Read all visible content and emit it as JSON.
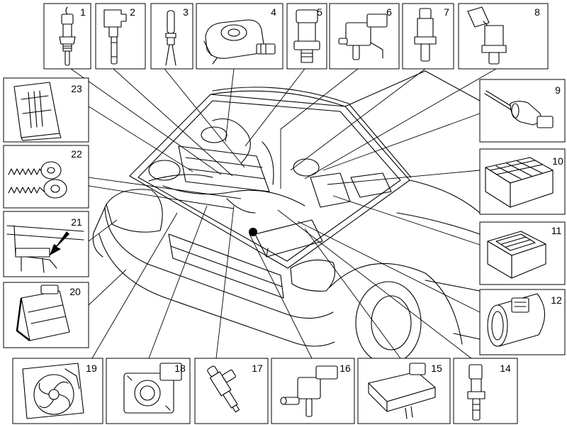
{
  "callouts": [
    "1",
    "2",
    "3",
    "4",
    "5",
    "6",
    "7",
    "8",
    "9",
    "10",
    "11",
    "12",
    "14",
    "15",
    "16",
    "17",
    "18",
    "19",
    "20",
    "21",
    "22",
    "23"
  ],
  "colors": {
    "line": "#000000",
    "background": "#ffffff"
  }
}
